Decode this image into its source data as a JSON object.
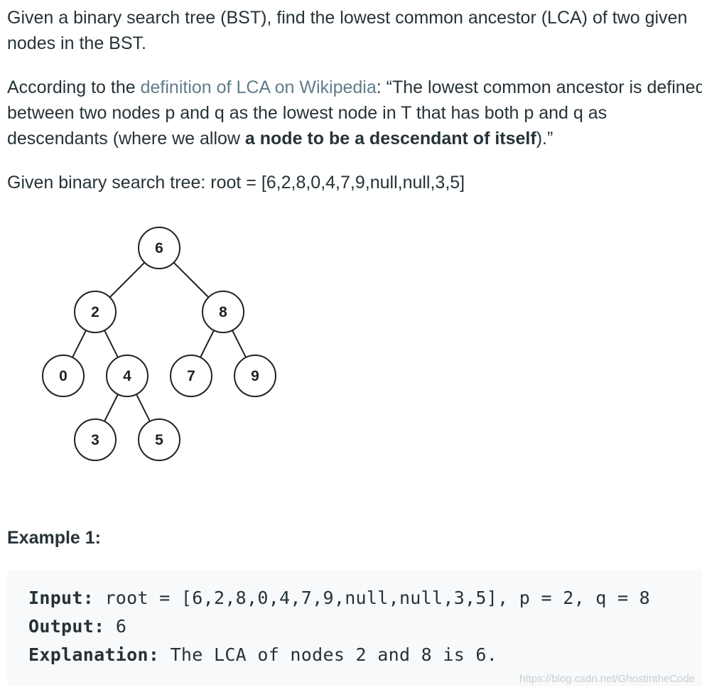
{
  "intro": {
    "text": "Given a binary search tree (BST), find the lowest common ancestor (LCA) of two given nodes in the BST."
  },
  "definition": {
    "prefix": "According to the ",
    "link_text": "definition of LCA on Wikipedia",
    "middle": ": “The lowest common ancestor is defined between two nodes p and q as the lowest node in T that has both p and q as descendants (where we allow ",
    "bold": "a node to be a descendant of itself",
    "suffix": ").”"
  },
  "given": {
    "text": "Given binary search tree:  root = [6,2,8,0,4,7,9,null,null,3,5]"
  },
  "tree": {
    "nodes": [
      {
        "id": "6",
        "label": "6"
      },
      {
        "id": "2",
        "label": "2"
      },
      {
        "id": "8",
        "label": "8"
      },
      {
        "id": "0",
        "label": "0"
      },
      {
        "id": "4",
        "label": "4"
      },
      {
        "id": "7",
        "label": "7"
      },
      {
        "id": "9",
        "label": "9"
      },
      {
        "id": "3",
        "label": "3"
      },
      {
        "id": "5",
        "label": "5"
      }
    ],
    "edges": [
      [
        "6",
        "2"
      ],
      [
        "6",
        "8"
      ],
      [
        "2",
        "0"
      ],
      [
        "2",
        "4"
      ],
      [
        "8",
        "7"
      ],
      [
        "8",
        "9"
      ],
      [
        "4",
        "3"
      ],
      [
        "4",
        "5"
      ]
    ]
  },
  "example": {
    "title": "Example 1:",
    "input_label": "Input:",
    "input_value": " root = [6,2,8,0,4,7,9,null,null,3,5], p = 2, q = 8",
    "output_label": "Output:",
    "output_value": " 6",
    "explanation_label": "Explanation:",
    "explanation_value": " The LCA of nodes 2 and 8 is 6."
  },
  "watermark": {
    "text": "https://blog.csdn.net/GhostintheCode"
  }
}
